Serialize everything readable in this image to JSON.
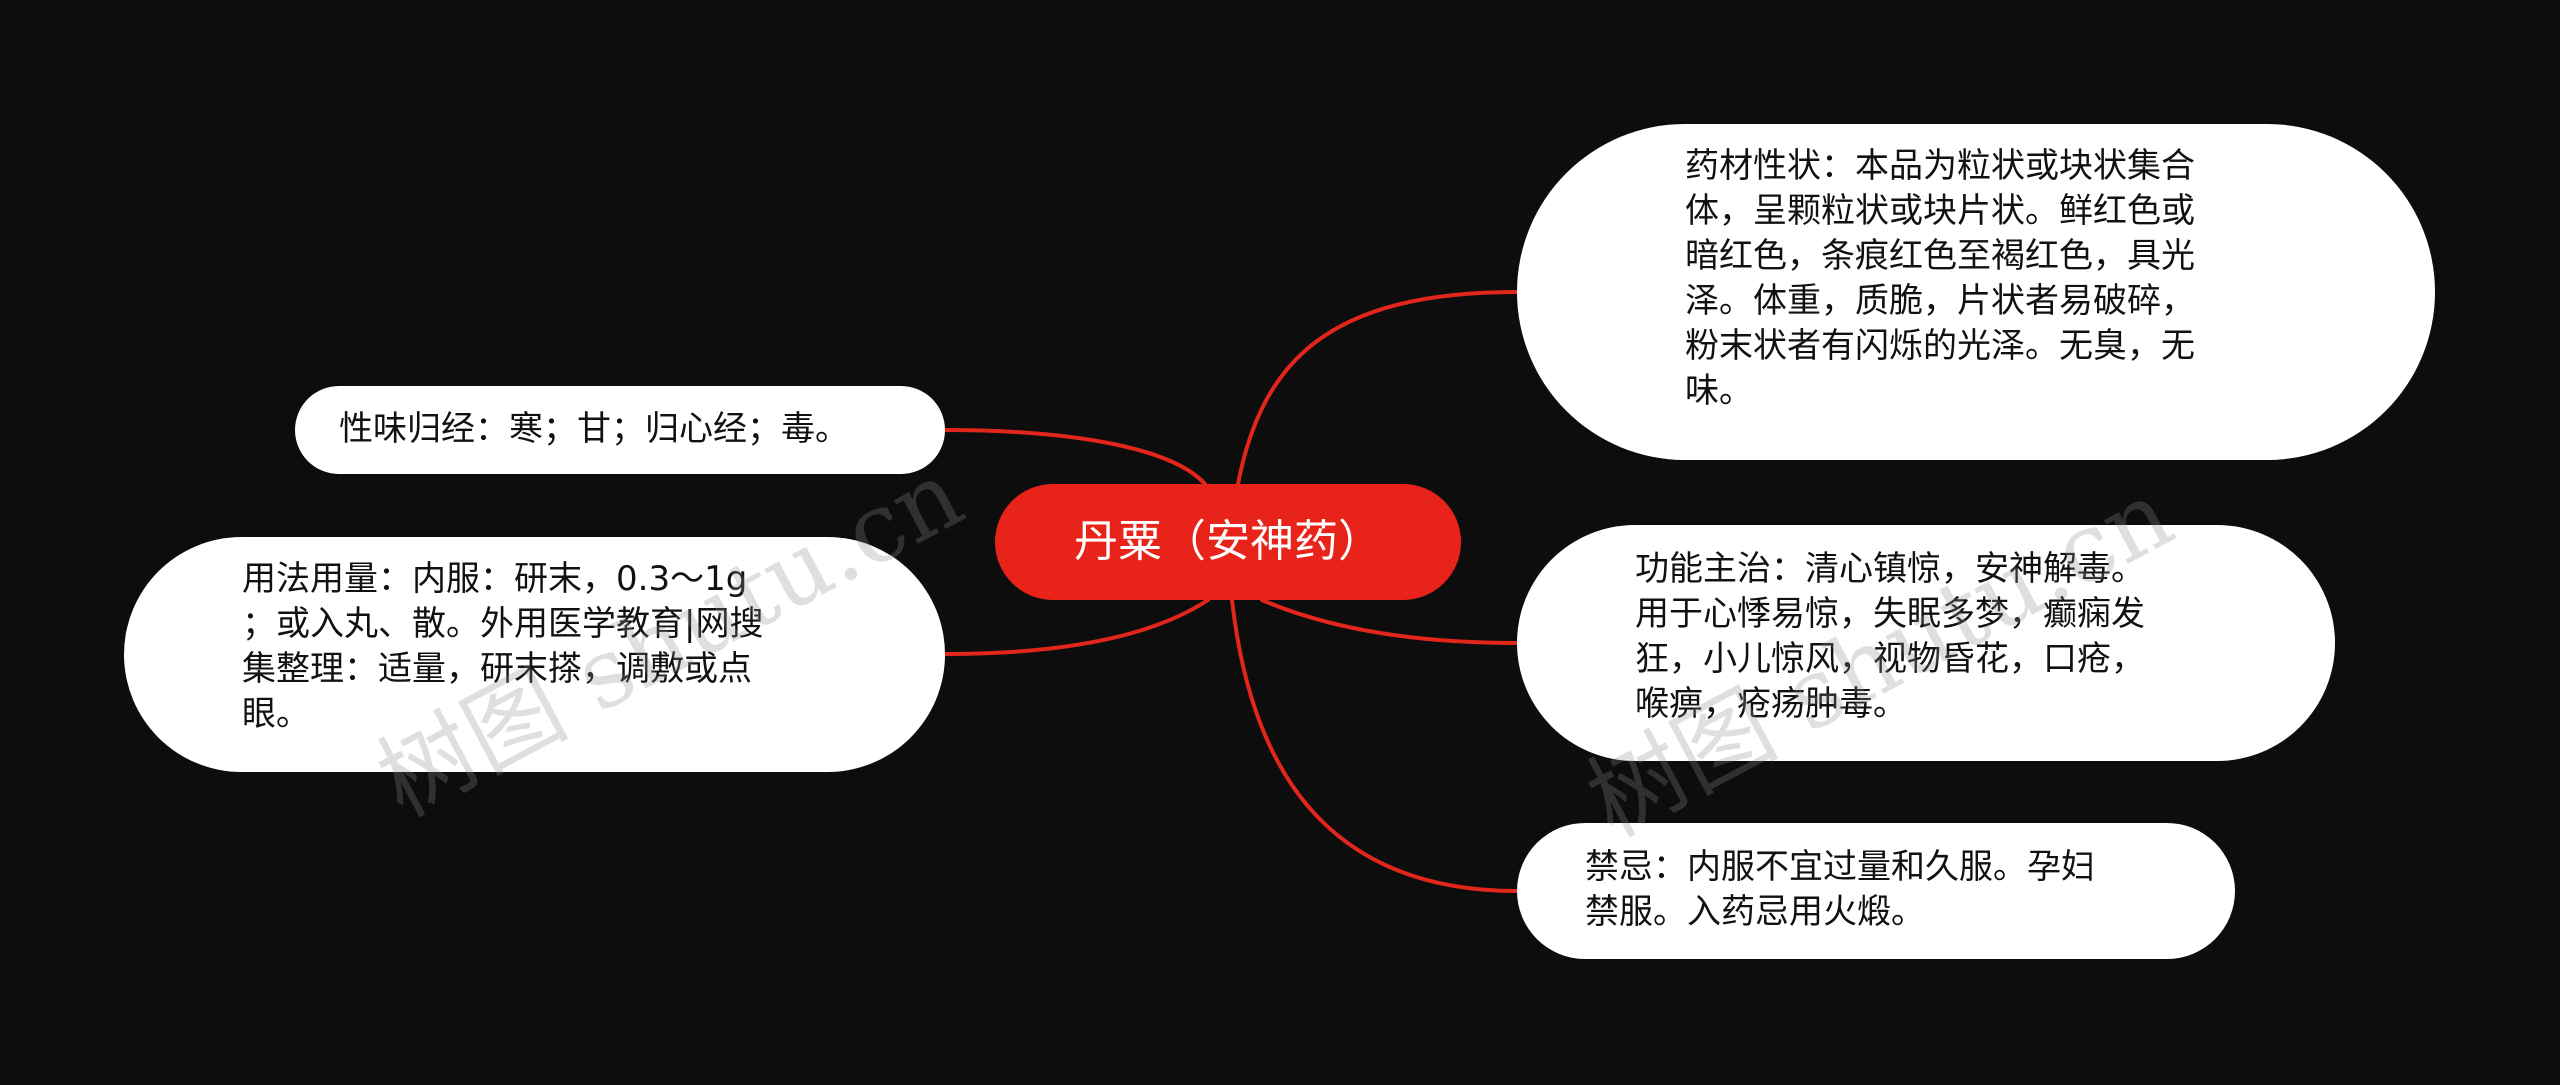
{
  "theme": {
    "background": "#0d0d0d",
    "accent": "#e8241a",
    "connector": "#e2261b",
    "node_fill": "#ffffff",
    "node_text": "#111111"
  },
  "center": {
    "label": "丹粟（安神药）"
  },
  "branches": {
    "properties": "药材性状：本品为粒状或块状集合\n体，呈颗粒状或块片状。鲜红色或\n暗红色，条痕红色至褐红色，具光\n泽。体重，质脆，片状者易破碎，\n粉末状者有闪烁的光泽。无臭，无\n味。",
    "functions": "功能主治：清心镇惊，安神解毒。\n用于心悸易惊，失眠多梦，癫痫发\n狂，小儿惊风，视物昏花，口疮，\n喉痹，疮疡肿毒。",
    "contraindications": "禁忌：内服不宜过量和久服。孕妇\n禁服。入药忌用火煅。",
    "nature": "性味归经：寒；甘；归心经；毒。",
    "usage": "用法用量：内服：研末，0.3～1g\n；或入丸、散。外用医学教育|网搜\n集整理：适量，研末搽，调敷或点\n眼。"
  },
  "watermarks": {
    "left": "树图 shutu.cn",
    "right": "树图 shutu.cn"
  }
}
